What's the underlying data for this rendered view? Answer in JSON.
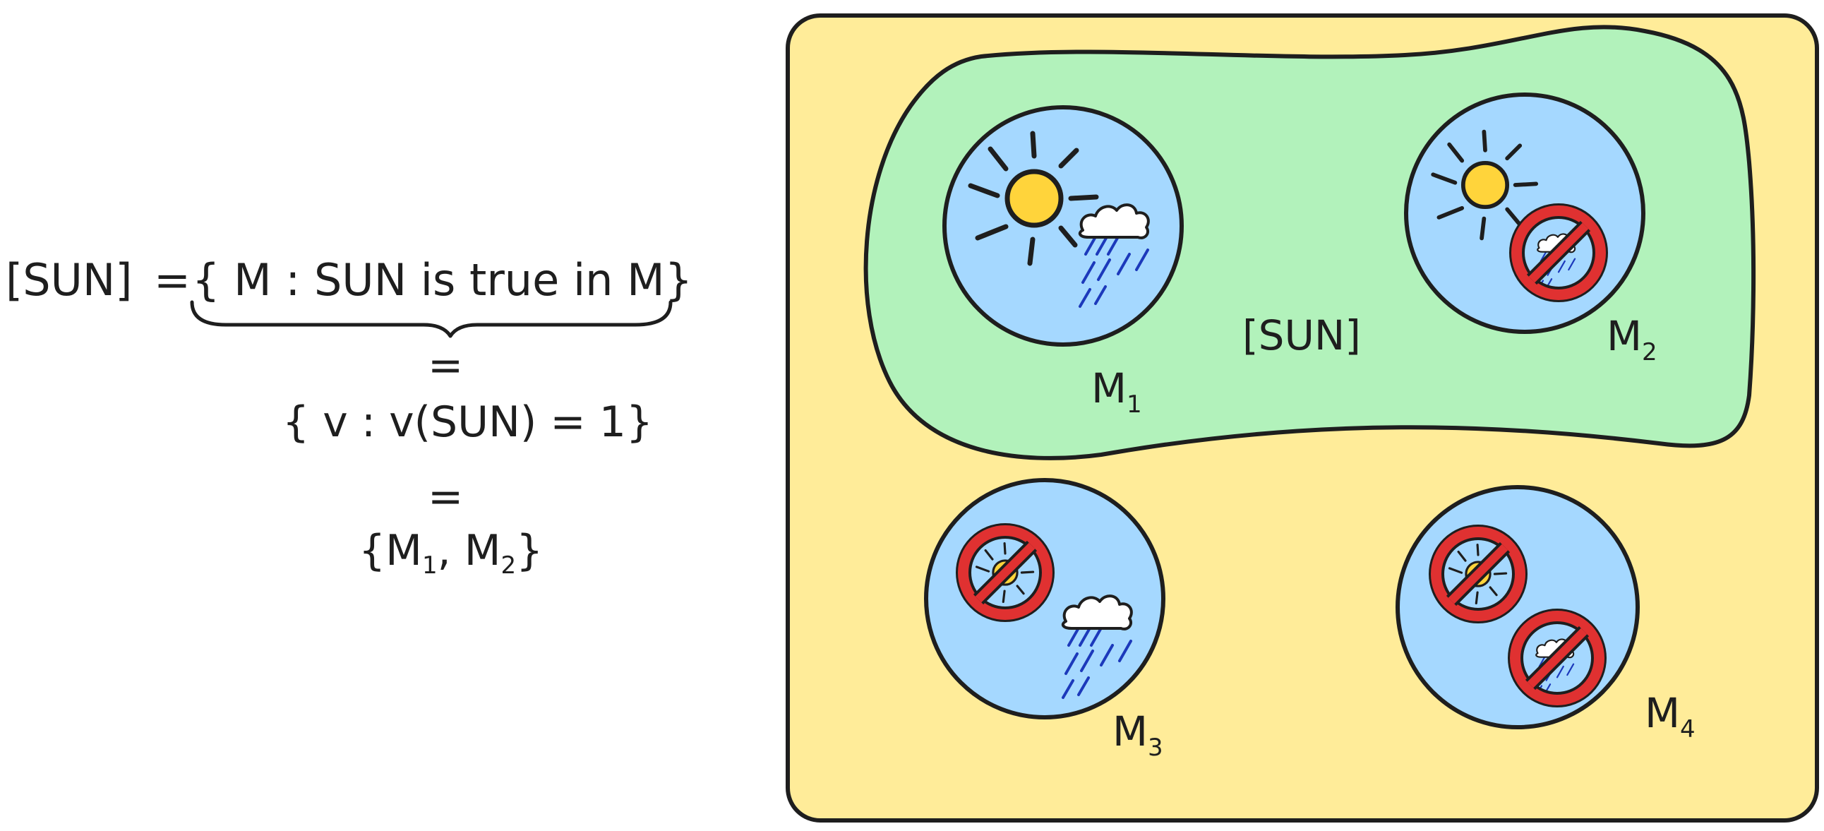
{
  "equation": {
    "line1_lhs": "[SUN]",
    "line1_eq": "=",
    "line1_rhs": "{ M : SUN is true in M}",
    "eq2": "=",
    "line2": "{ v : v(SUN) = 1}",
    "eq3": "=",
    "line3_open": "{M",
    "line3_sub1": "1",
    "line3_sep": ", M",
    "line3_sub2": "2",
    "line3_close": "}"
  },
  "region": {
    "label": "[SUN]"
  },
  "models": [
    {
      "base": "M",
      "sub": "1",
      "sun": "present",
      "rain": "present"
    },
    {
      "base": "M",
      "sub": "2",
      "sun": "present",
      "rain": "negated"
    },
    {
      "base": "M",
      "sub": "3",
      "sun": "negated",
      "rain": "present"
    },
    {
      "base": "M",
      "sub": "4",
      "sun": "negated",
      "rain": "negated"
    }
  ],
  "colors": {
    "universe_fill": "#ffec99",
    "region_fill": "#b2f2bb",
    "model_fill": "#a5d8ff",
    "sun_fill": "#ffd43b",
    "negation_red": "#e03131",
    "rain_blue": "#1c39bb",
    "stroke": "#1e1e1e"
  },
  "icons": [
    "sun-icon",
    "rain-cloud-icon",
    "no-sign-icon"
  ]
}
